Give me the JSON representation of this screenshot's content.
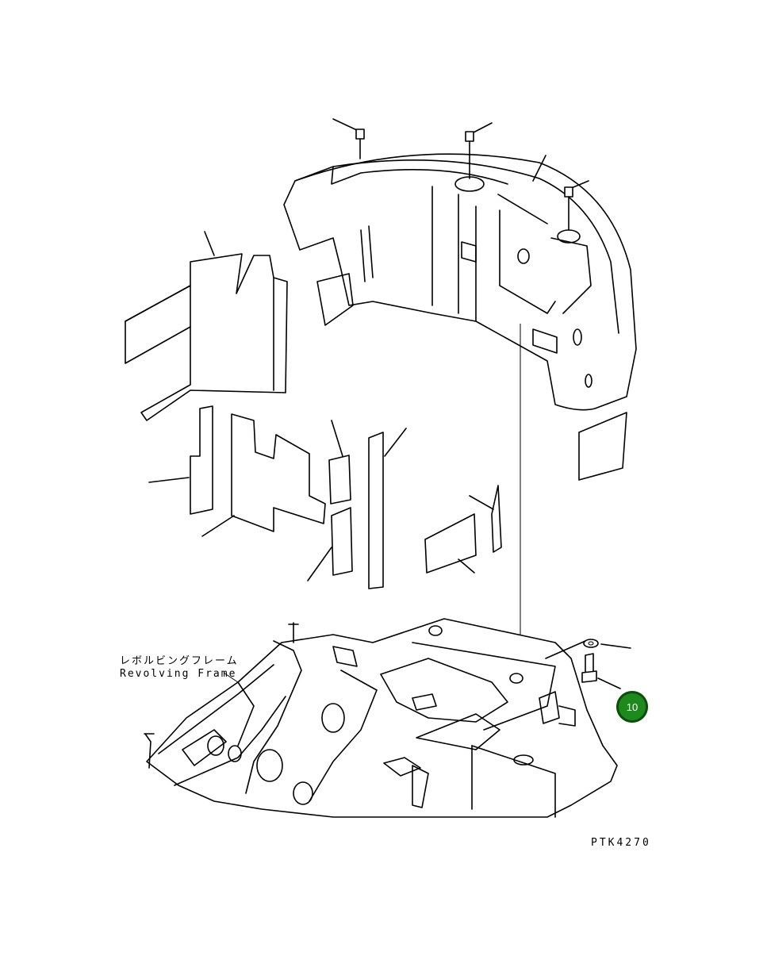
{
  "labels": {
    "frame_jp": "レボルビングフレーム",
    "frame_en": "Revolving Frame",
    "drawing_code": "PTK4270"
  },
  "callouts": [
    {
      "number": "10",
      "color": "#1e8a1e"
    }
  ]
}
